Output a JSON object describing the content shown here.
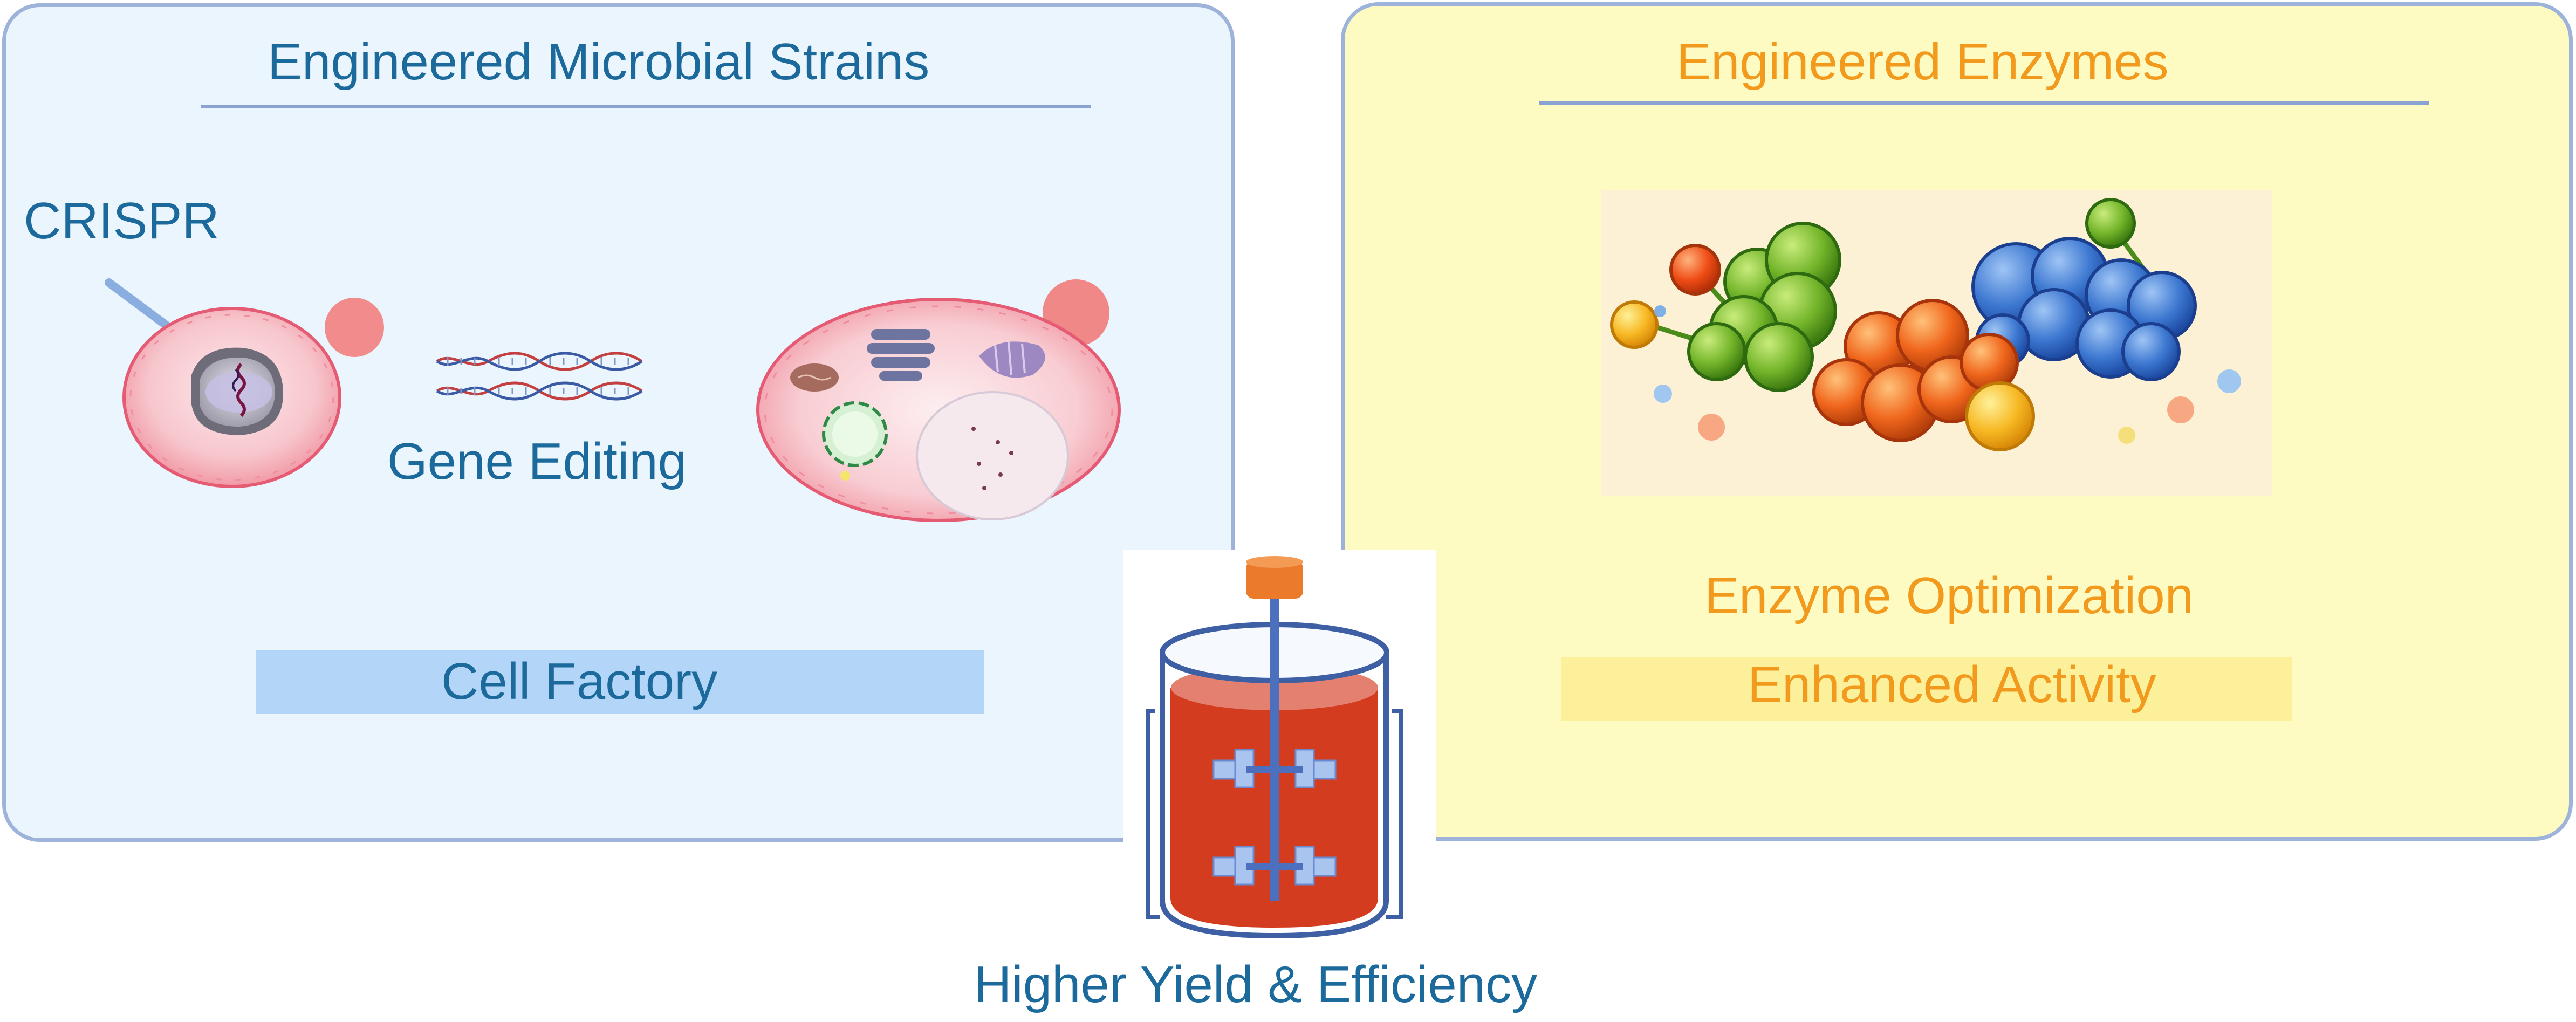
{
  "left": {
    "title": "Engineered Microbial Strains",
    "crispr_label": "CRISPR",
    "gene_editing_label": "Gene Editing",
    "cell_factory_label": "Cell Factory"
  },
  "right": {
    "title": "Engineered Enzymes",
    "enzyme_optimization_label": "Enzyme Optimization",
    "enhanced_activity_label": "Enhanced Activity"
  },
  "bottom": {
    "result_label": "Higher Yield & Efficiency"
  },
  "colors": {
    "panel_left": "#eaf5fd",
    "panel_right": "#fefbc2",
    "text_blue": "#1c6a9c",
    "text_orange": "#f29a1d",
    "bar_blue": "#b3d5f8",
    "bar_yellow": "#fdf09a"
  },
  "icons": [
    "scissors-needle-icon",
    "yeast-cell-icon",
    "dna-helix-icon",
    "engineered-cell-icon",
    "enzyme-cluster-icon",
    "bioreactor-icon"
  ]
}
